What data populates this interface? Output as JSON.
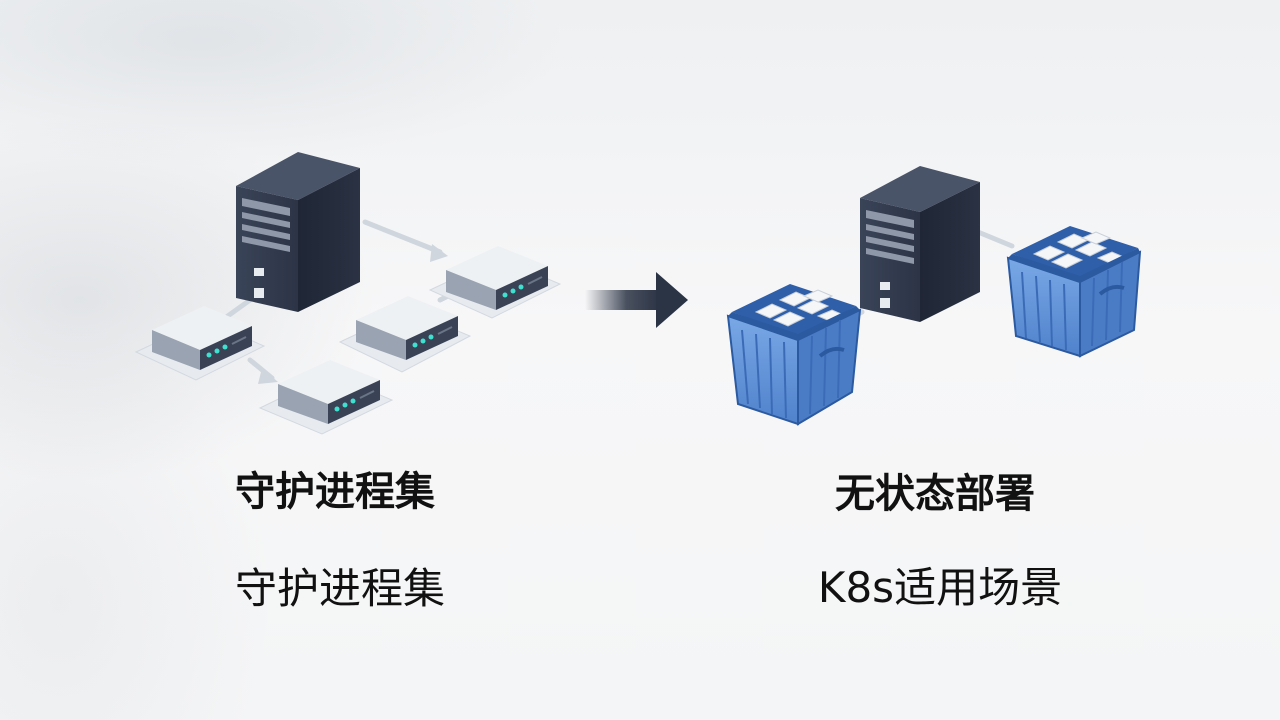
{
  "left_panel": {
    "title": "守护进程集",
    "subtitle": "守护进程集"
  },
  "right_panel": {
    "title": "无状态部署",
    "subtitle": "K8s适用场景"
  },
  "colors": {
    "server_dark": "#2b3445",
    "node_gray": "#e3e6ea",
    "crate_blue": "#5b8fd6",
    "arrow_dark": "#2b3445",
    "text": "#111111"
  },
  "icons": [
    "server-tower-icon",
    "node-box-icon",
    "arrow-right-icon",
    "container-crate-icon"
  ]
}
